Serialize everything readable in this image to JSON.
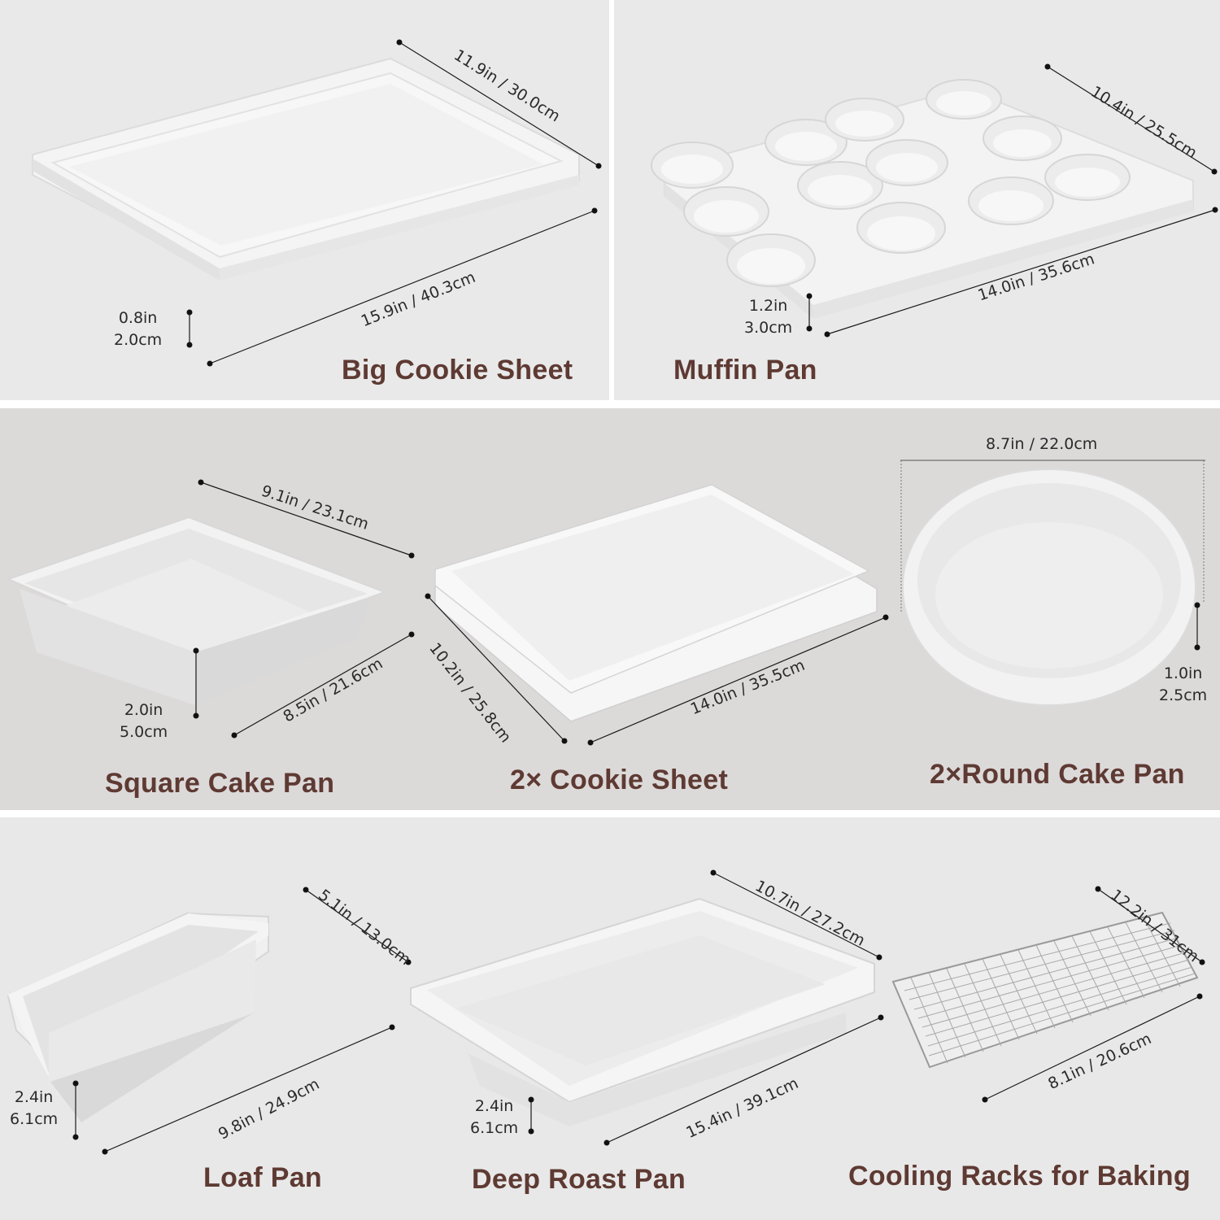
{
  "colors": {
    "title": "#5e3a33",
    "panel_light": "#e9e9e9",
    "panel_mid": "#dcd9d9",
    "pan_white": "#f3f3f3",
    "dimension_line": "#1a1a1a"
  },
  "products": [
    {
      "title": "Big Cookie Sheet",
      "length": "15.9in / 40.3cm",
      "width": "11.9in / 30.0cm",
      "height_in": "0.8in",
      "height_cm": "2.0cm"
    },
    {
      "title": "Muffin Pan",
      "length": "14.0in / 35.6cm",
      "width": "10.4in / 25.5cm",
      "height_in": "1.2in",
      "height_cm": "3.0cm",
      "cups": 12
    },
    {
      "title": "Square Cake Pan",
      "length": "9.1in / 23.1cm",
      "width": "8.5in / 21.6cm",
      "height_in": "2.0in",
      "height_cm": "5.0cm"
    },
    {
      "title": "2× Cookie Sheet",
      "length": "14.0in / 35.5cm",
      "width": "10.2in / 25.8cm"
    },
    {
      "title": "2×Round Cake Pan",
      "diameter": "8.7in / 22.0cm",
      "height_in": "1.0in",
      "height_cm": "2.5cm"
    },
    {
      "title": "Loaf Pan",
      "length": "9.8in / 24.9cm",
      "width": "5.1in / 13.0cm",
      "height_in": "2.4in",
      "height_cm": "6.1cm"
    },
    {
      "title": "Deep Roast Pan",
      "length": "15.4in / 39.1cm",
      "width": "10.7in / 27.2cm",
      "height_in": "2.4in",
      "height_cm": "6.1cm"
    },
    {
      "title": "Cooling Racks for Baking",
      "length": "12.2in / 31cm",
      "width": "8.1in / 20.6cm"
    }
  ]
}
